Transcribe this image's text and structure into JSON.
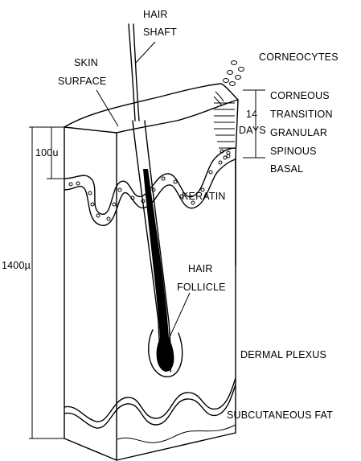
{
  "labels": {
    "hair_shaft_line1": "HAIR",
    "hair_shaft_line2": "SHAFT",
    "skin_surface_line1": "SKIN",
    "skin_surface_line2": "SURFACE",
    "corneocytes": "CORNEOCYTES",
    "corneous": "CORNEOUS",
    "transition": "TRANSITION",
    "granular": "GRANULAR",
    "spinous": "SPINOUS",
    "basal": "BASAL",
    "days_number": "14",
    "days_label": "DAYS",
    "depth_100": "100u",
    "depth_1400": "1400µ",
    "keratin": "KERATIN",
    "hair_follicle_line1": "HAIR",
    "hair_follicle_line2": "FOLLICLE",
    "dermal_plexus": "DERMAL PLEXUS",
    "subcutaneous_fat": "SUBCUTANEOUS FAT"
  },
  "colors": {
    "ink": "#000000",
    "background": "#ffffff"
  }
}
